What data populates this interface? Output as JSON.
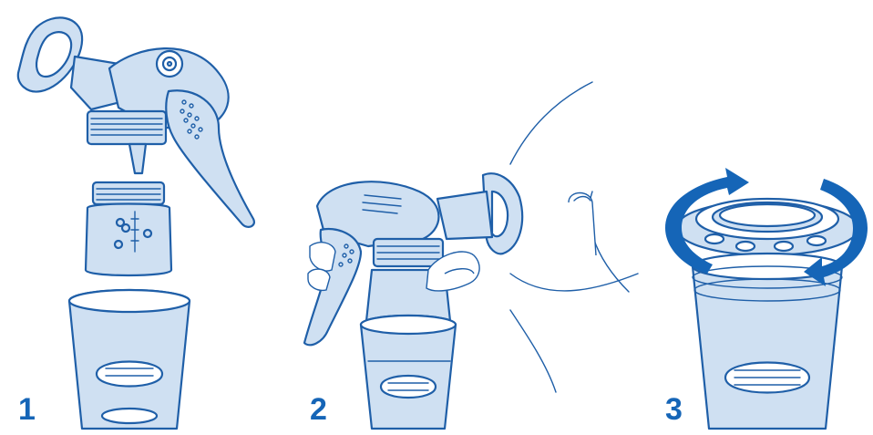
{
  "steps": [
    {
      "number": "1"
    },
    {
      "number": "2"
    },
    {
      "number": "3"
    }
  ],
  "colors": {
    "line": "#1f5fa8",
    "number": "#1565b7",
    "fill_light": "#cfe0f2",
    "arrow": "#1565b7"
  },
  "icons": [
    "breast-pump",
    "storage-bottle",
    "cup",
    "hand",
    "rotate-arrows"
  ]
}
